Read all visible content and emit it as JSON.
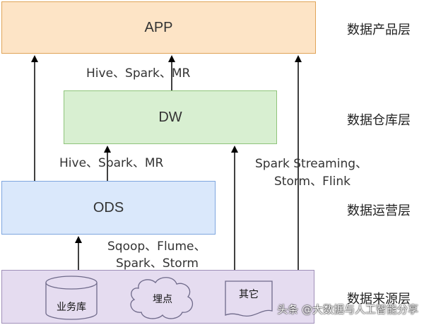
{
  "layers": {
    "app": {
      "label": "APP",
      "tier": "数据产品层"
    },
    "dw": {
      "label": "DW",
      "tier": "数据仓库层"
    },
    "ods": {
      "label": "ODS",
      "tier": "数据运营层"
    },
    "source": {
      "tier": "数据来源层"
    }
  },
  "flows": {
    "dw_to_app": "Hive、Spark、MR",
    "ods_to_dw": "Hive、Spark、MR",
    "other_to_dw_line1": "Spark Streaming、",
    "other_to_dw_line2": "Storm、Flink",
    "source_to_ods_line1": "Sqoop、Flume、",
    "source_to_ods_line2": "Spark、Storm"
  },
  "sources": {
    "business_db": "业务库",
    "tracking": "埋点",
    "other": "其它"
  },
  "watermark": "头条 @大数据与人工智能分享",
  "colors": {
    "app_fill": "#fde4c6",
    "app_border": "#e0a458",
    "dw_fill": "#d8efd1",
    "dw_border": "#8fc47b",
    "ods_fill": "#dae8fb",
    "ods_border": "#7ea6df",
    "source_fill": "#e5dcf0",
    "source_border": "#9f8fb8",
    "icon_fill": "#e5dcf0",
    "icon_border": "#6f6a8a"
  }
}
